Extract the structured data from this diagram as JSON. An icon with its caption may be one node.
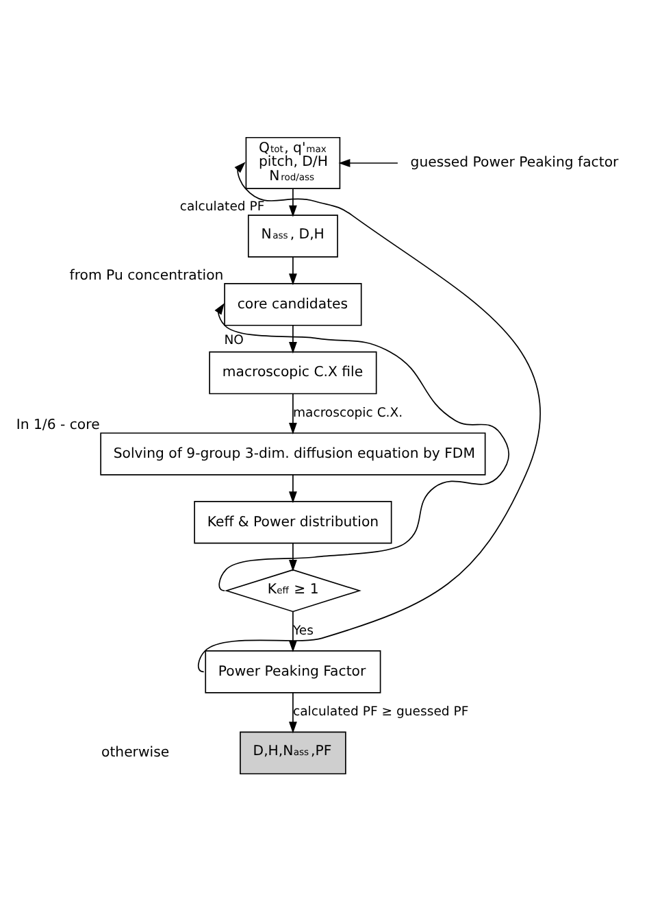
{
  "diagram": {
    "nodes": [
      {
        "text": [
          "Q$_{tot}$, q'$_{max}$",
          "pitch, D/H",
          "N$_{rod/ass}$"
        ]
      },
      {
        "text": [
          "N$_{ass}$, D,H"
        ]
      },
      {
        "text": [
          "core candidates"
        ],
        "beside": [
          "from Pu concentration"
        ]
      },
      {
        "text": [
          "macroscopic C.X file"
        ]
      },
      {
        "text": [
          "Solving of 9-group 3-dim. diffusion equation by FDM"
        ],
        "beside": [
          "In 1/6 - core"
        ]
      },
      {
        "text": [
          "Keff & Power distribution"
        ]
      },
      {
        "text": [
          "K$_{eff}$ ≥ 1"
        ]
      },
      {
        "text": [
          "Power Peaking Factor"
        ]
      },
      {
        "text": [
          "D,H,N$_{ass}$,PF"
        ]
      },
      {
        "text": [
          "guessed Power Peaking factor"
        ]
      }
    ],
    "edges": [
      {
        "from": 9,
        "to": 0,
        "arrow": "to"
      },
      {
        "from": 0,
        "to": 1,
        "arrow": "to"
      },
      {
        "from": 1,
        "to": 2,
        "arrow": "to"
      },
      {
        "from": 2,
        "to": 3,
        "arrow": "to"
      },
      {
        "from": 3,
        "to": 4,
        "arrow": "to",
        "label": "macroscopic C.X."
      },
      {
        "from": 4,
        "to": 5,
        "arrow": "to"
      },
      {
        "from": 5,
        "to": 6,
        "arrow": "to"
      },
      {
        "from": 6,
        "to": 2,
        "arrow": "to",
        "label": "NO"
      },
      {
        "from": 6,
        "to": 7,
        "arrow": "to",
        "label": "Yes"
      },
      {
        "from": 7,
        "to": 8,
        "arrow": "to",
        "label": "calculated PF ≥ guessed PF"
      },
      {
        "from": 7,
        "to": 0,
        "arrow": "to",
        "label": "calculated PF"
      }
    ],
    "labels": [
      "otherwise"
    ]
  }
}
